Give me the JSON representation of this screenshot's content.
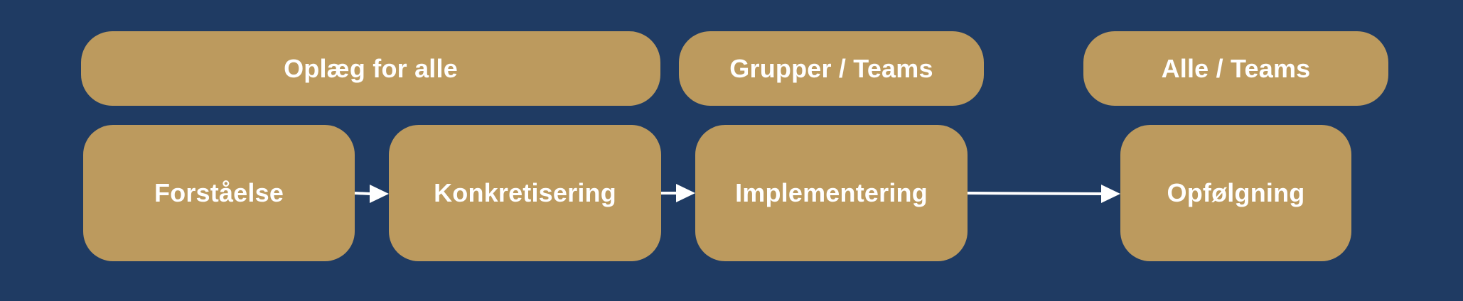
{
  "colors": {
    "background": "#1f3b63",
    "box": "#bc9a5e",
    "text": "#ffffff",
    "arrow": "#ffffff"
  },
  "groups": [
    {
      "label": "Oplæg for alle"
    },
    {
      "label": "Grupper / Teams"
    },
    {
      "label": "Alle / Teams"
    }
  ],
  "steps": [
    {
      "label": "Forståelse"
    },
    {
      "label": "Konkretisering"
    },
    {
      "label": "Implementering"
    },
    {
      "label": "Opfølgning"
    }
  ]
}
